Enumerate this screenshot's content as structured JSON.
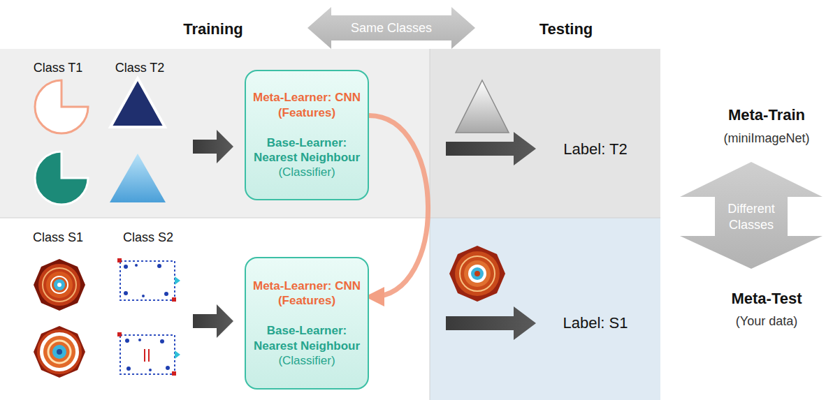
{
  "diagram": {
    "nodes": [
      {
        "text": [
          "Meta-Learner: CNN (Features)",
          "Base-Learner: Nearest Neighbour",
          "(Classifier)"
        ]
      },
      {
        "text": [
          "Meta-Learner: CNN (Features)",
          "Base-Learner: Nearest Neighbour",
          "(Classifier)"
        ]
      }
    ],
    "edges": [
      {
        "from": 0,
        "to": 1,
        "arrow": "to"
      }
    ],
    "labels": [
      "Training",
      "Same Classes",
      "Testing",
      "Class T1",
      "Class T2",
      "Label: T2",
      "Meta-Train",
      "(miniImageNet)",
      "Different Classes",
      "Class S1",
      "Class S2",
      "Label: S1",
      "Meta-Test",
      "(Your data)"
    ]
  }
}
